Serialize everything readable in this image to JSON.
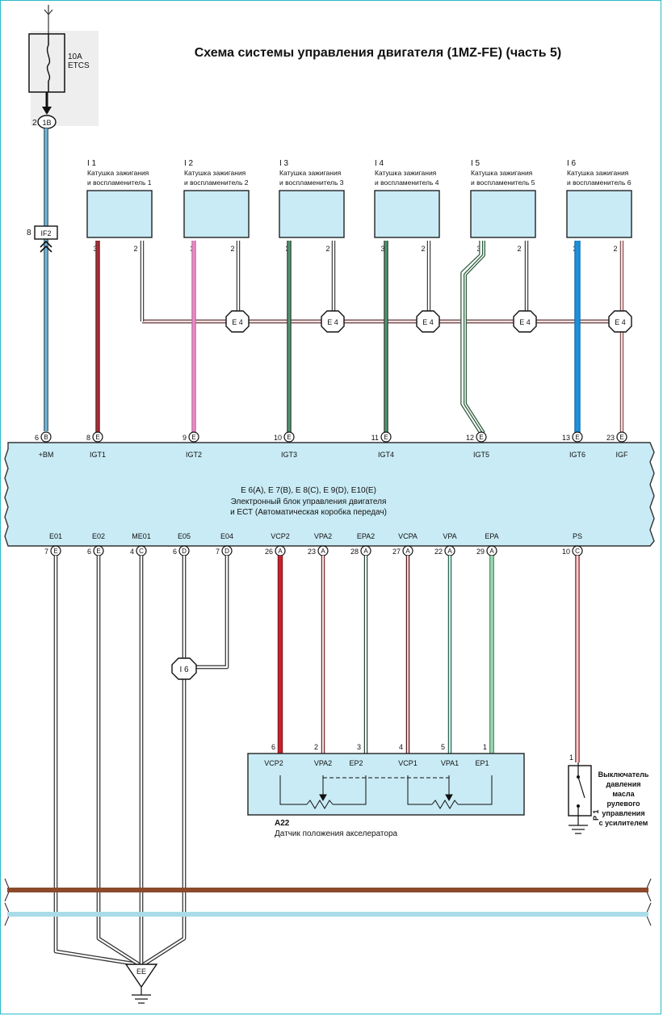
{
  "title": "Схема системы управления двигателя (1MZ-FE) (часть 5)",
  "fuse": {
    "rating": "10A",
    "name": "ETCS"
  },
  "connectors": {
    "fuse_out": {
      "pin": "2",
      "code": "1B"
    },
    "if2": {
      "pin": "8",
      "code": "IF2"
    }
  },
  "coils": [
    {
      "code": "I 1",
      "line1": "Катушка зажигания",
      "line2": "и воспламенитель 1",
      "pin_a": "3",
      "pin_b": "2"
    },
    {
      "code": "I 2",
      "line1": "Катушка зажигания",
      "line2": "и воспламенитель 2",
      "pin_a": "3",
      "pin_b": "2"
    },
    {
      "code": "I 3",
      "line1": "Катушка зажигания",
      "line2": "и воспламенитель 3",
      "pin_a": "3",
      "pin_b": "2"
    },
    {
      "code": "I 4",
      "line1": "Катушка зажигания",
      "line2": "и воспламенитель 4",
      "pin_a": "3",
      "pin_b": "2"
    },
    {
      "code": "I 5",
      "line1": "Катушка зажигания",
      "line2": "и воспламенитель 5",
      "pin_a": "3",
      "pin_b": "2"
    },
    {
      "code": "I 6",
      "line1": "Катушка зажигания",
      "line2": "и воспламенитель 6",
      "pin_a": "3",
      "pin_b": "2"
    }
  ],
  "splice_e4": "E 4",
  "splice_i6": "I 6",
  "ecu": {
    "codes": "E 6(A), E 7(B), E 8(C), E 9(D), E10(E)",
    "line1": "Электронный блок управления двигателя",
    "line2": "и ЕСТ (Автоматическая коробка передач)",
    "top_pins": [
      {
        "num": "6",
        "letter": "B",
        "label": "+BM"
      },
      {
        "num": "8",
        "letter": "E",
        "label": "IGT1"
      },
      {
        "num": "9",
        "letter": "E",
        "label": "IGT2"
      },
      {
        "num": "10",
        "letter": "E",
        "label": "IGT3"
      },
      {
        "num": "11",
        "letter": "E",
        "label": "IGT4"
      },
      {
        "num": "12",
        "letter": "E",
        "label": "IGT5"
      },
      {
        "num": "13",
        "letter": "E",
        "label": "IGT6"
      },
      {
        "num": "23",
        "letter": "E",
        "label": "IGF"
      }
    ],
    "bottom_pins": [
      {
        "num": "7",
        "letter": "E",
        "label": "E01"
      },
      {
        "num": "6",
        "letter": "E",
        "label": "E02"
      },
      {
        "num": "4",
        "letter": "C",
        "label": "ME01"
      },
      {
        "num": "6",
        "letter": "D",
        "label": "E05"
      },
      {
        "num": "7",
        "letter": "D",
        "label": "E04"
      },
      {
        "num": "26",
        "letter": "A",
        "label": "VCP2"
      },
      {
        "num": "23",
        "letter": "A",
        "label": "VPA2"
      },
      {
        "num": "28",
        "letter": "A",
        "label": "EPA2"
      },
      {
        "num": "27",
        "letter": "A",
        "label": "VCPA"
      },
      {
        "num": "22",
        "letter": "A",
        "label": "VPA"
      },
      {
        "num": "29",
        "letter": "A",
        "label": "EPA"
      },
      {
        "num": "10",
        "letter": "C",
        "label": "PS"
      }
    ]
  },
  "sensor": {
    "code": "A22",
    "name": "Датчик положения акселератора",
    "pins": [
      {
        "num": "6",
        "label": "VCP2"
      },
      {
        "num": "2",
        "label": "VPA2"
      },
      {
        "num": "3",
        "label": "EP2"
      },
      {
        "num": "4",
        "label": "VCP1"
      },
      {
        "num": "5",
        "label": "VPA1"
      },
      {
        "num": "1",
        "label": "EP1"
      }
    ]
  },
  "switch": {
    "pin": "1",
    "code": "P 1",
    "lines": [
      "Выключатель",
      "давления",
      "масла",
      "рулевого",
      "управления",
      "с усилителем"
    ]
  },
  "ground": "EE",
  "colors": {
    "red": "#c8202a",
    "pink": "#e88cc4",
    "green": "#4c9a6e",
    "blue": "#1e8fd8",
    "brown": "#8b4a2b",
    "lightblue": "#a9dce8",
    "panel": "#c9ebf5"
  }
}
